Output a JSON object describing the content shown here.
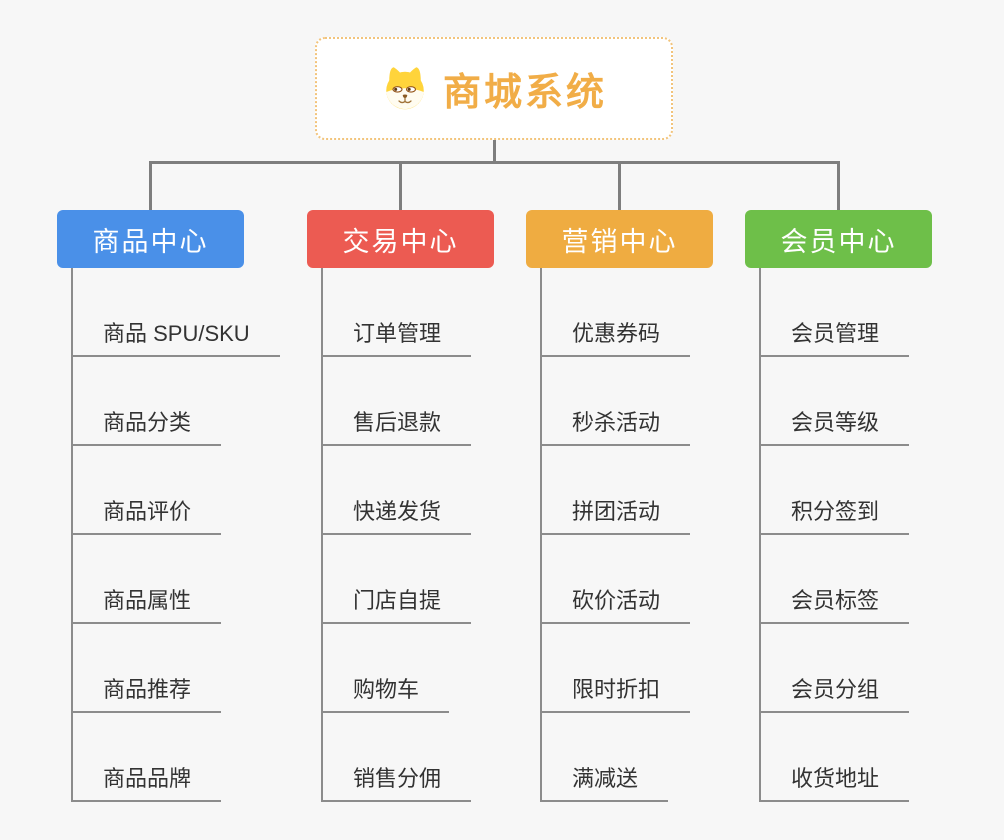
{
  "page": {
    "background": "#f7f7f7"
  },
  "root": {
    "title": "商城系统",
    "icon": "shiba-dog-icon",
    "title_color": "#f1ad47",
    "border_color": "#f2c47c"
  },
  "connector_color": "#7e7e7e",
  "line_color": "#8c8c8c",
  "branches": [
    {
      "id": "product-center",
      "label": "商品中心",
      "color": "#4a90e8",
      "children": [
        "商品 SPU/SKU",
        "商品分类",
        "商品评价",
        "商品属性",
        "商品推荐",
        "商品品牌"
      ]
    },
    {
      "id": "trade-center",
      "label": "交易中心",
      "color": "#ec5b52",
      "children": [
        "订单管理",
        "售后退款",
        "快递发货",
        "门店自提",
        "购物车",
        "销售分佣"
      ]
    },
    {
      "id": "marketing-center",
      "label": "营销中心",
      "color": "#efac41",
      "children": [
        "优惠券码",
        "秒杀活动",
        "拼团活动",
        "砍价活动",
        "限时折扣",
        "满减送"
      ]
    },
    {
      "id": "member-center",
      "label": "会员中心",
      "color": "#6ebf49",
      "children": [
        "会员管理",
        "会员等级",
        "积分签到",
        "会员标签",
        "会员分组",
        "收货地址"
      ]
    }
  ]
}
